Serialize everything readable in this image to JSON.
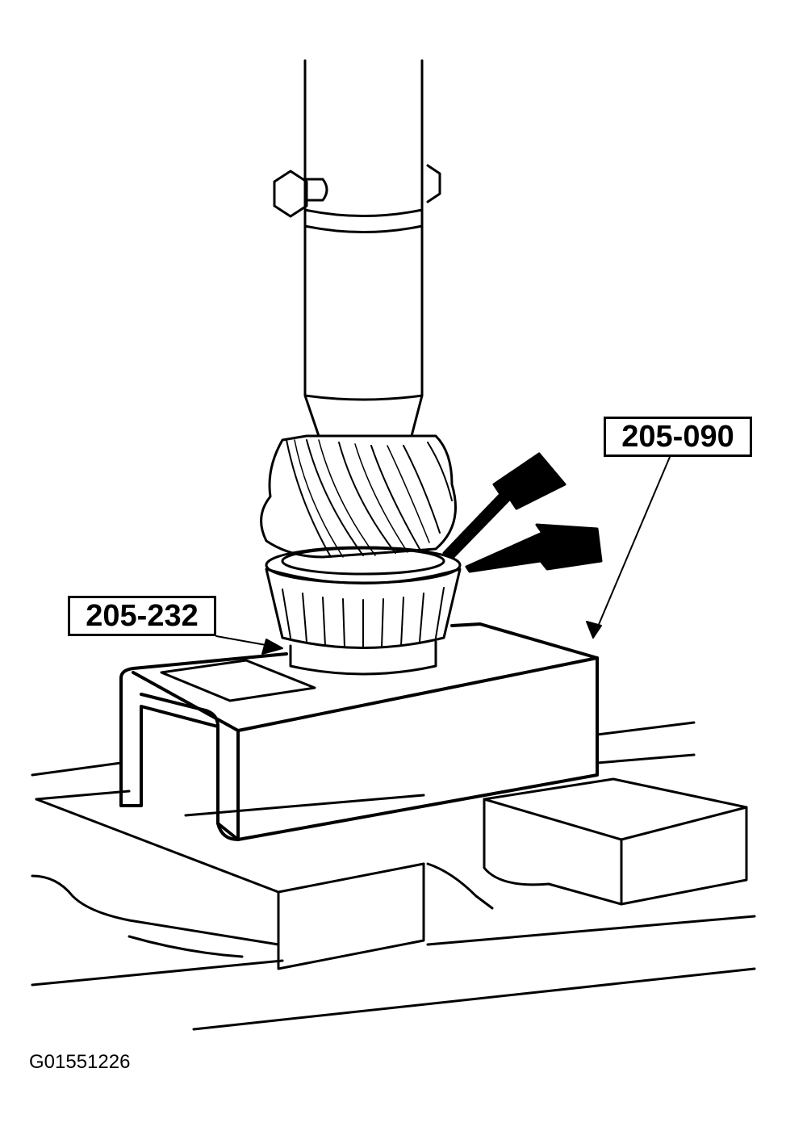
{
  "callouts": {
    "tool_a": "205-090",
    "tool_b": "205-232"
  },
  "figure_id": "G01551226",
  "colors": {
    "line": "#000000",
    "background": "#ffffff"
  }
}
